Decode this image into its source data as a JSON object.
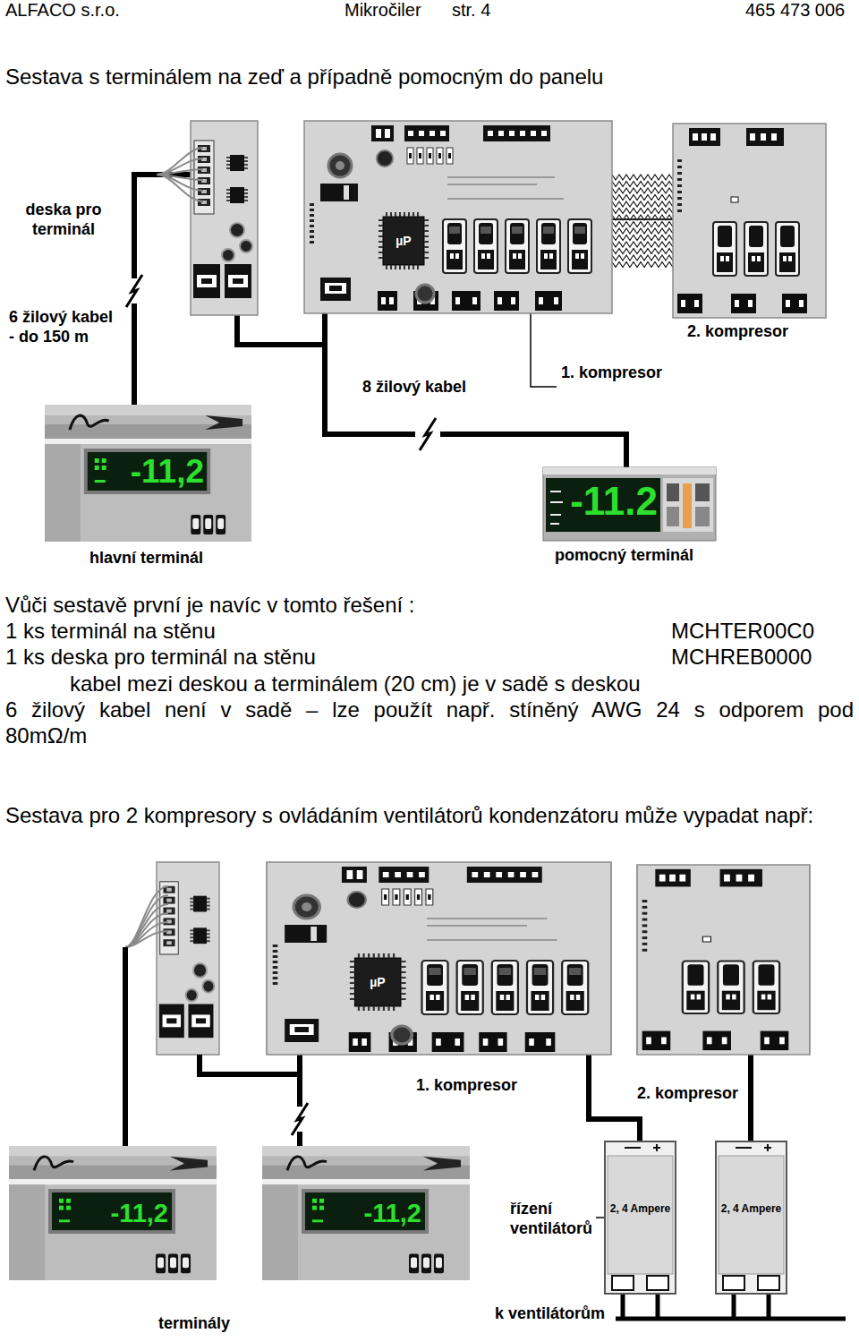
{
  "diagram": {
    "title": "Sestava s terminálem na zeď a případně pomocným do panelu",
    "nodes": [
      {
        "text": [
          "deska pro terminál"
        ]
      },
      {
        "text": [
          "µP"
        ]
      },
      {
        "text": [
          "2. kompresor"
        ]
      },
      {
        "text": [
          "-11,2",
          "hlavní terminál"
        ]
      },
      {
        "text": [
          "-11.2",
          "pomocný terminál"
        ]
      },
      {
        "text": [
          "µP",
          "1. kompresor"
        ]
      },
      {
        "text": [
          "2. kompresor"
        ]
      },
      {
        "text": [
          "-11,2"
        ]
      },
      {
        "text": [
          "-11,2"
        ]
      },
      {
        "text": [
          "2, 4 Ampere"
        ]
      },
      {
        "text": [
          "2, 4 Ampere"
        ]
      }
    ],
    "edges": [
      {
        "from": 0,
        "to": 3,
        "arrow": "none",
        "label": "6 žilový kabel - do 150 m"
      },
      {
        "from": 0,
        "to": 1,
        "arrow": "none"
      },
      {
        "from": 1,
        "to": 2,
        "arrow": "none"
      },
      {
        "from": 1,
        "to": 4,
        "arrow": "none",
        "label": "8 žilový kabel"
      },
      {
        "from": 5,
        "to": 8,
        "arrow": "none"
      },
      {
        "from": 5,
        "to": 9,
        "arrow": "none"
      },
      {
        "from": 6,
        "to": 10,
        "arrow": "none"
      }
    ],
    "labels": [
      "ALFACO s.r.o.",
      "Mikročiler",
      "str. 4",
      "465 473 006",
      "1. kompresor",
      "Vůči sestavě první je navíc v tomto řešení :",
      "1 ks terminál na stěnu",
      "MCHTER00C0",
      "1 ks deska pro terminál na stěnu",
      "MCHREB0000",
      "kabel mezi deskou a terminálem (20 cm) je v sadě s deskou",
      "6 žilový kabel není v sadě – lze použít např. stíněný AWG 24 s odporem pod 80mΩ/m",
      "Sestava pro 2 kompresory s ovládáním ventilátorů kondenzátoru může vypadat např:",
      "řízení ventilátorů",
      "terminály",
      "k ventilátorům"
    ]
  }
}
